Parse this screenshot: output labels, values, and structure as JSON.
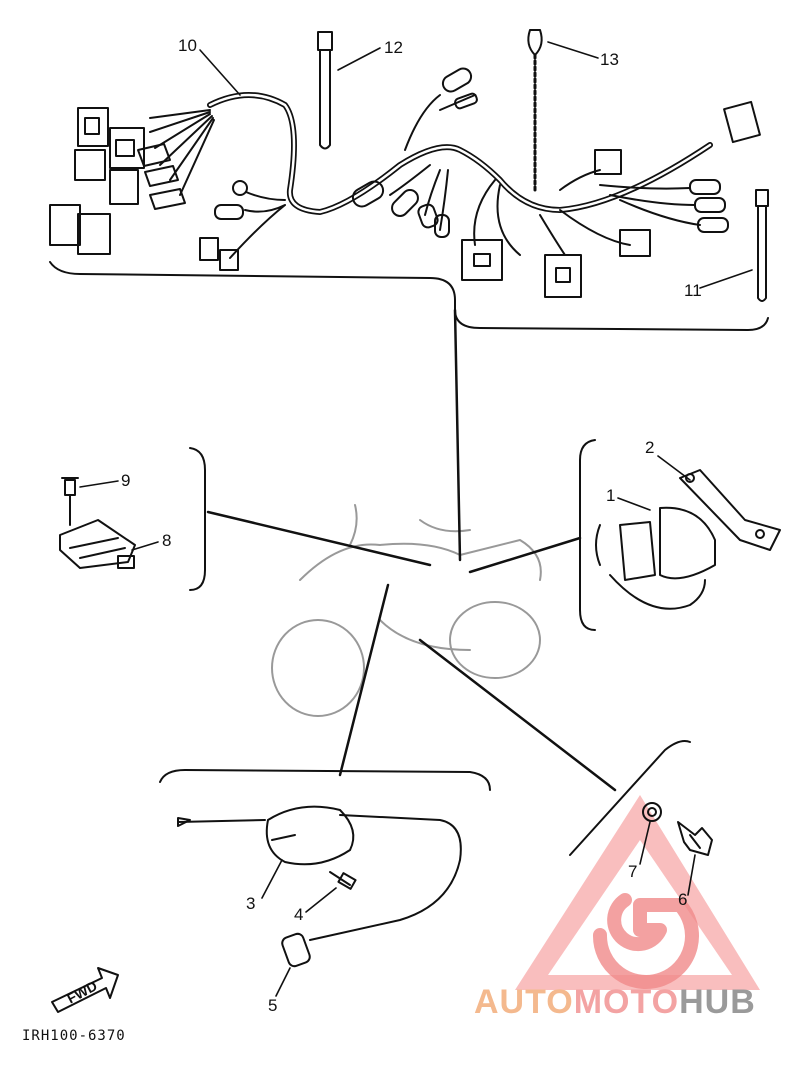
{
  "callouts": [
    {
      "id": "1",
      "text": "1"
    },
    {
      "id": "2",
      "text": "2"
    },
    {
      "id": "3",
      "text": "3"
    },
    {
      "id": "4",
      "text": "4"
    },
    {
      "id": "5",
      "text": "5"
    },
    {
      "id": "6",
      "text": "6"
    },
    {
      "id": "7",
      "text": "7"
    },
    {
      "id": "8",
      "text": "8"
    },
    {
      "id": "9",
      "text": "9"
    },
    {
      "id": "10",
      "text": "10"
    },
    {
      "id": "11",
      "text": "11"
    },
    {
      "id": "12",
      "text": "12"
    },
    {
      "id": "13",
      "text": "13"
    }
  ],
  "fwd_label": "FWD",
  "diagram_code": "IRH100-6370",
  "watermark": {
    "part1": "AUTO",
    "part2": "MOTO",
    "part3": "HUB",
    "colors": {
      "auto": "#f4b98e",
      "moto": "#f3a3a3",
      "hub": "#9a9a9a",
      "logo": "#f08080"
    }
  }
}
